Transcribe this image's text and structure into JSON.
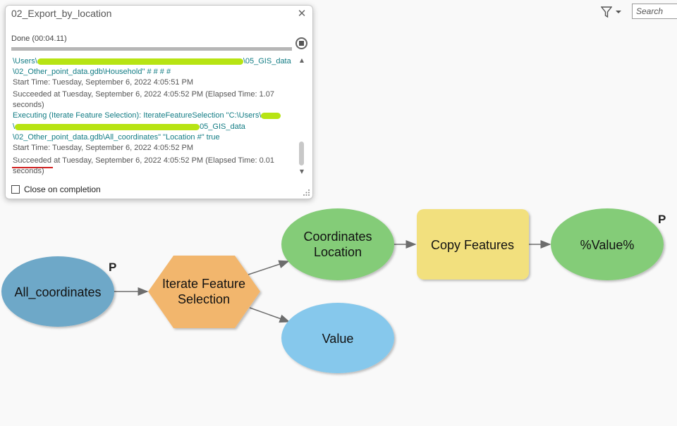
{
  "dialog": {
    "title": "02_Export_by_location",
    "status": "Done (00:04.11)",
    "progress": 1.0,
    "close_checkbox_label": "Close on completion",
    "close_checkbox_checked": false,
    "log": [
      {
        "seg1": "\\Users\\",
        "seg2": "\\05_GIS_data"
      },
      {
        "text": "\\02_Other_point_data.gdb\\Household\" # # # #"
      },
      {
        "text": "Start Time: Tuesday, September 6, 2022 4:05:51 PM"
      },
      {
        "text": "Succeeded at Tuesday, September 6, 2022 4:05:52 PM (Elapsed Time: 1.07"
      },
      {
        "text": "seconds)"
      },
      {
        "text": "Executing (Iterate Feature Selection): IterateFeatureSelection \"C:\\Users\\"
      },
      {
        "seg1": "\\",
        "seg2": "05_GIS_data"
      },
      {
        "text": "\\02_Other_point_data.gdb\\All_coordinates\" \"Location #\" true"
      },
      {
        "text": "Start Time: Tuesday, September 6, 2022 4:05:52 PM"
      },
      {
        "succeeded": "Succeeded",
        "rest": " at Tuesday, September 6, 2022 4:05:52 PM (Elapsed Time: 0.01"
      },
      {
        "text": "seconds)"
      }
    ]
  },
  "toolbar": {
    "search_placeholder": "Search"
  },
  "model": {
    "nodes": {
      "all_coordinates": "All_coordinates",
      "iterate_line1": "Iterate Feature",
      "iterate_line2": "Selection",
      "coordinates_line1": "Coordinates",
      "coordinates_line2": "Location",
      "copy_features": "Copy Features",
      "value_output": "%Value%",
      "value": "Value"
    },
    "parameter_marker": "P"
  },
  "colors": {
    "input_blue": "#6ea8c8",
    "tool_orange": "#f2b66d",
    "derived_green": "#84cc78",
    "copy_yellow": "#f2e07e",
    "value_blue": "#86c8ec",
    "teal_text": "#127c84",
    "scrub_green": "#b7e413",
    "underline_red": "#d22222"
  }
}
